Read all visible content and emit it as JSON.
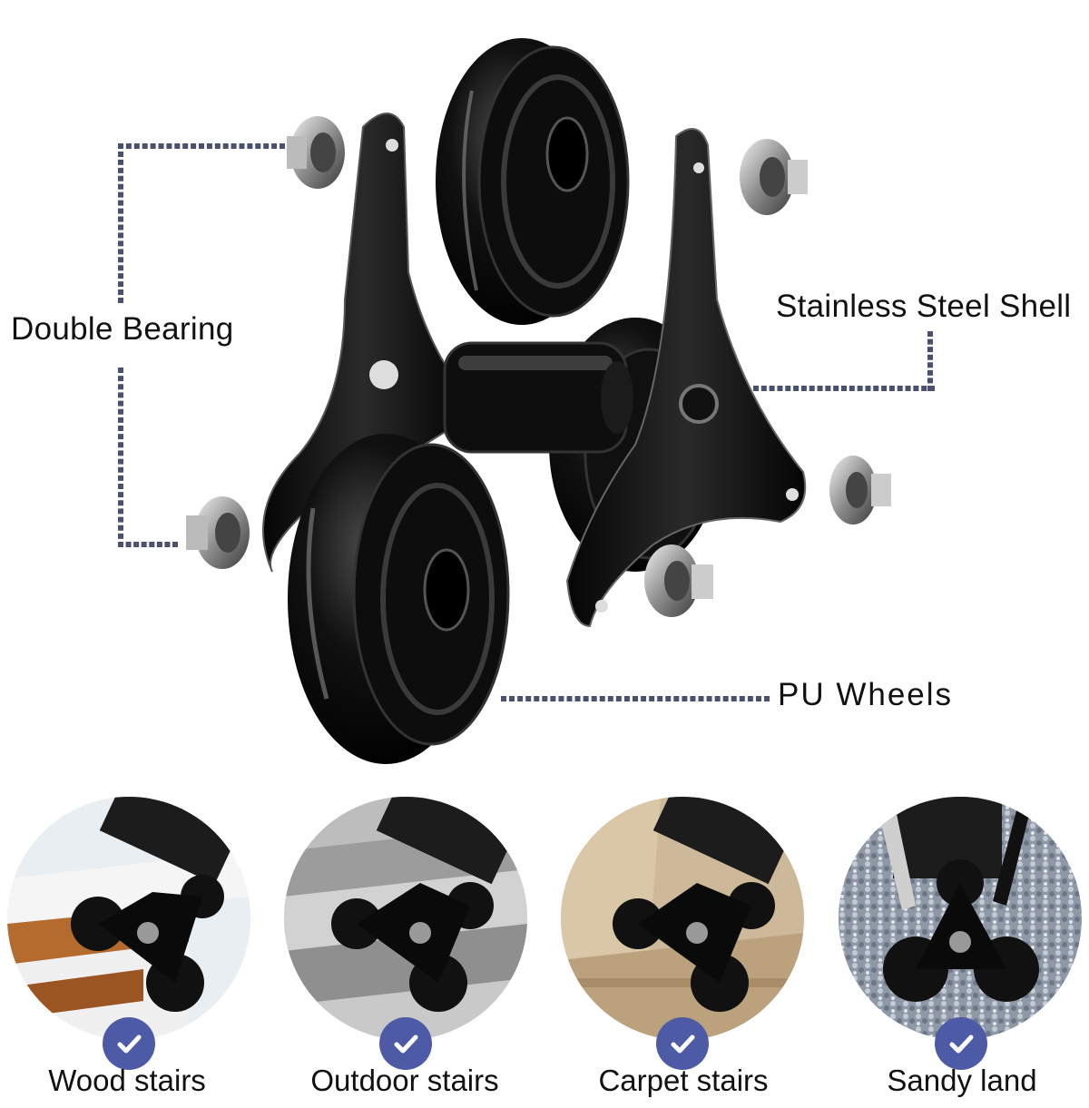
{
  "callouts": {
    "double_bearing": "Double Bearing",
    "shell": "Stainless Steel Shell",
    "wheels": "PU Wheels"
  },
  "scenarios": [
    {
      "label": "Wood stairs",
      "icon": "check-icon"
    },
    {
      "label": "Outdoor stairs",
      "icon": "check-icon"
    },
    {
      "label": "Carpet stairs",
      "icon": "check-icon"
    },
    {
      "label": "Sandy land",
      "icon": "check-icon"
    }
  ],
  "colors": {
    "badge": "#4d5aa6",
    "dash": "#4a5070",
    "part": "#0b0b0b"
  }
}
